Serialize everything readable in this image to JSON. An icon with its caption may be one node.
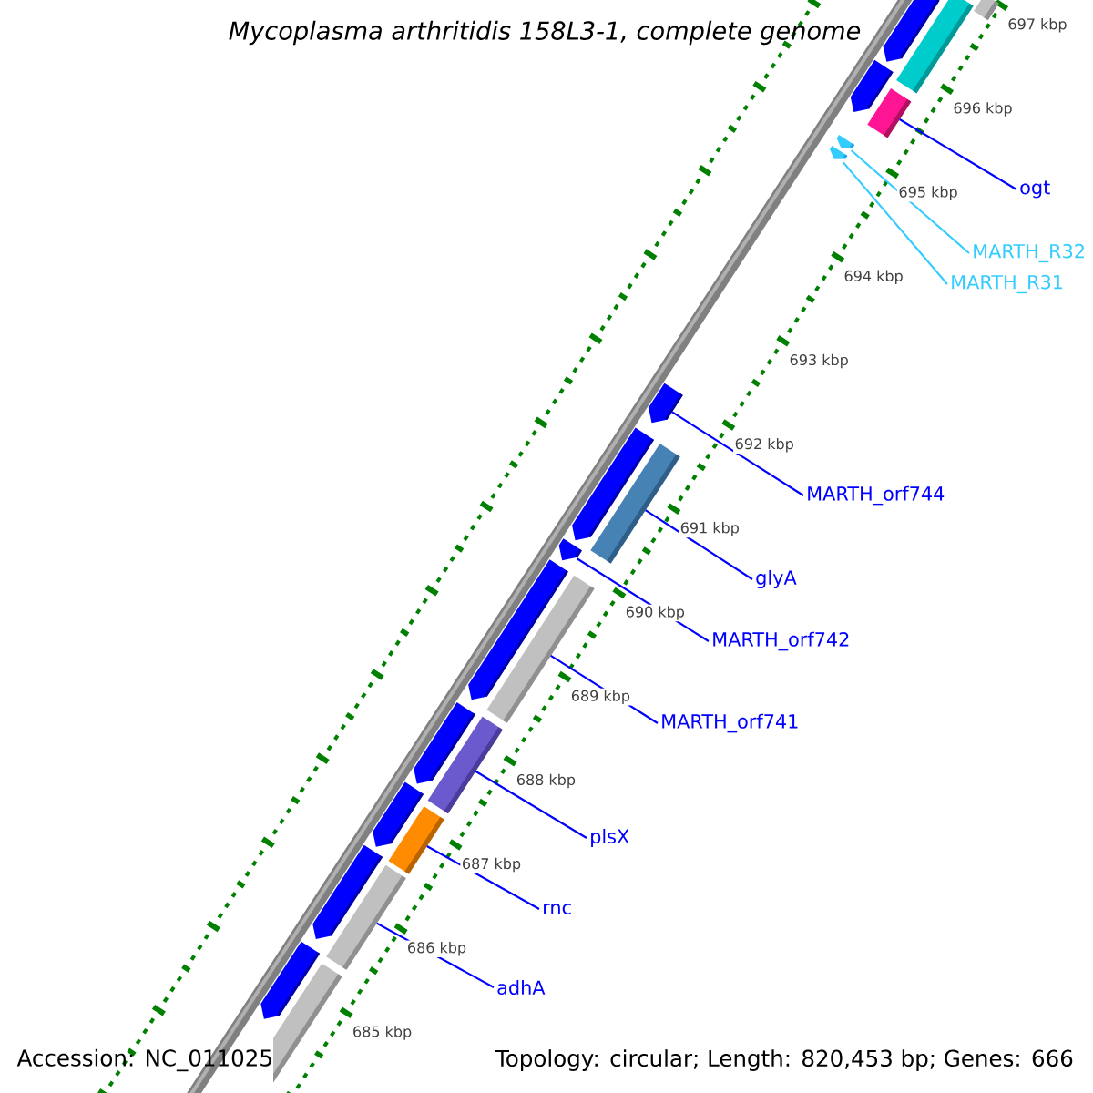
{
  "diagram": {
    "title": "Mycoplasma arthritidis 158L3-1, complete genome",
    "nodes": [
      {
        "text": [
          "ogt"
        ]
      },
      {
        "text": [
          "MARTH_R32"
        ]
      },
      {
        "text": [
          "MARTH_R31"
        ]
      },
      {
        "text": [
          "MARTH_orf744"
        ]
      },
      {
        "text": [
          "glyA"
        ]
      },
      {
        "text": [
          "MARTH_orf742"
        ]
      },
      {
        "text": [
          "MARTH_orf741"
        ]
      },
      {
        "text": [
          "plsX"
        ]
      },
      {
        "text": [
          "rnc"
        ]
      },
      {
        "text": [
          "adhA"
        ]
      },
      {
        "text": [],
        "shape": "bar"
      },
      {
        "text": [],
        "shape": "pentagon"
      },
      {
        "text": [],
        "shape": "bar"
      },
      {
        "text": [],
        "shape": "pentagon"
      },
      {
        "text": [],
        "shape": "bar"
      },
      {
        "text": [],
        "shape": "pentagon"
      },
      {
        "text": [],
        "shape": "pentagon"
      },
      {
        "text": [],
        "shape": "pentagon"
      },
      {
        "text": [],
        "shape": "pentagon"
      },
      {
        "text": [],
        "shape": "bar"
      },
      {
        "text": [],
        "shape": "pentagon"
      },
      {
        "text": [],
        "shape": "pentagon"
      },
      {
        "text": [],
        "shape": "bar"
      },
      {
        "text": [],
        "shape": "pentagon"
      },
      {
        "text": [],
        "shape": "bar"
      },
      {
        "text": [],
        "shape": "pentagon"
      },
      {
        "text": [],
        "shape": "bar"
      },
      {
        "text": [],
        "shape": "pentagon"
      },
      {
        "text": [],
        "shape": "bar"
      },
      {
        "text": [],
        "shape": "pentagon"
      },
      {
        "text": [],
        "shape": "bar"
      }
    ],
    "edges": [
      {
        "from": 0,
        "to": 14,
        "arrow": "none"
      },
      {
        "from": 1,
        "to": 15,
        "arrow": "none",
        "color": "#33ccff"
      },
      {
        "from": 2,
        "to": 16,
        "arrow": "none",
        "color": "#33ccff"
      },
      {
        "from": 3,
        "to": 17,
        "arrow": "none"
      },
      {
        "from": 4,
        "to": 19,
        "arrow": "none"
      },
      {
        "from": 5,
        "to": 20,
        "arrow": "none"
      },
      {
        "from": 6,
        "to": 22,
        "arrow": "none"
      },
      {
        "from": 7,
        "to": 24,
        "arrow": "none"
      },
      {
        "from": 8,
        "to": 26,
        "arrow": "none"
      },
      {
        "from": 9,
        "to": 28,
        "arrow": "none"
      }
    ],
    "labels": [
      "697 kbp",
      "696 kbp",
      "695 kbp",
      "694 kbp",
      "693 kbp",
      "692 kbp",
      "691 kbp",
      "690 kbp",
      "689 kbp",
      "688 kbp",
      "687 kbp",
      "686 kbp",
      "685 kbp",
      "Accession: NC_011025",
      "Topology: circular; Length: 820,453 bp; Genes: 666"
    ]
  }
}
